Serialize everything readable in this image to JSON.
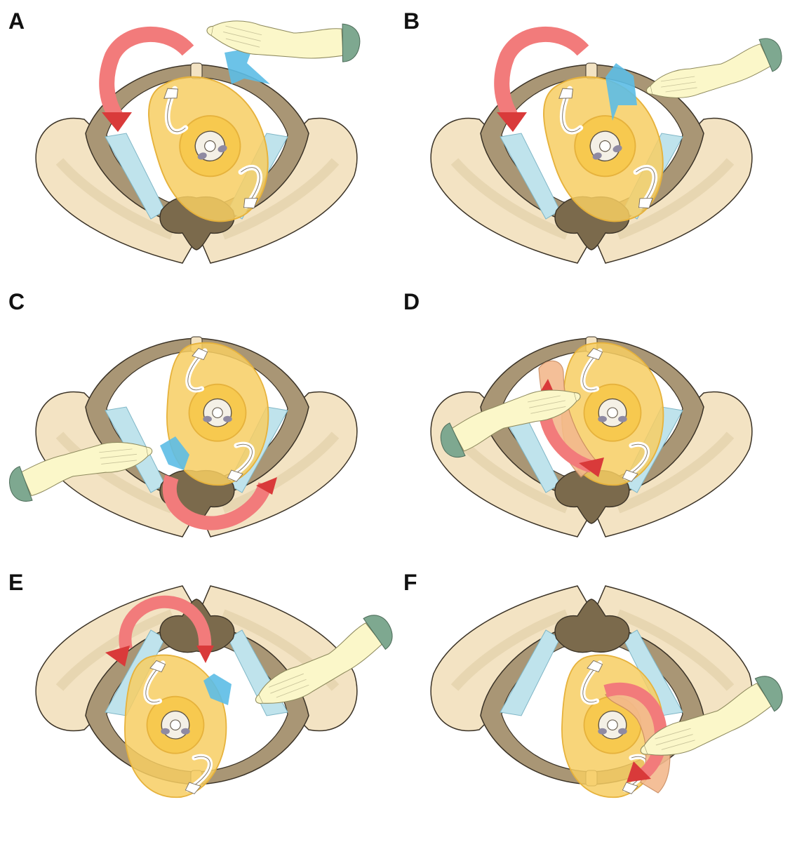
{
  "panels": [
    {
      "label": "A"
    },
    {
      "label": "B"
    },
    {
      "label": "C"
    },
    {
      "label": "D"
    },
    {
      "label": "E"
    },
    {
      "label": "F"
    }
  ],
  "colors": {
    "ilium": "#f3e3c3",
    "ilium_shadow": "#e4d2ad",
    "bone": "#a99675",
    "bone_dark": "#8a775a",
    "sacrum": "#7b6a4c",
    "ligament": "#bfe3ec",
    "fetus": "#f7ce63",
    "fetus_edge": "#e6b23c",
    "red_arrow": "#f27b7b",
    "red_arrow_head": "#d93a3a",
    "blue_arrow": "#5cbde6",
    "glove": "#fbf7c9",
    "cuff": "#7ea890",
    "fetal_arm": "#f3b98d"
  }
}
